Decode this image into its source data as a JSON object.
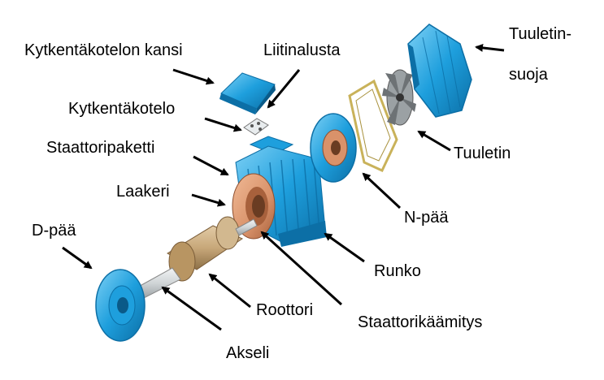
{
  "colors": {
    "motor_blue": "#1e9fdd",
    "motor_blue_dark": "#0c6fa6",
    "motor_blue_light": "#7dd0f5",
    "copper": "#d9926a",
    "copper_dark": "#a8613c",
    "rotor_gold": "#c8a87a",
    "shaft_grey": "#cfd4d6",
    "fan_grey": "#6d7275",
    "gasket_gold": "#c9b25a",
    "arrow": "#000000"
  },
  "labels": {
    "kotelon_kansi": "Kytkentäkotelon kansi",
    "liitinalusta": "Liitinalusta",
    "kytkentakotelo": "Kytkentäkotelo",
    "staattoripaketti": "Staattoripaketti",
    "laakeri": "Laakeri",
    "d_paa": "D-pää",
    "tuuletinsuoja_line1": "Tuuletin-",
    "tuuletinsuoja_line2": "suoja",
    "tuuletin": "Tuuletin",
    "n_paa": "N-pää",
    "runko": "Runko",
    "roottori": "Roottori",
    "staattorikaamitys": "Staattorikäämitys",
    "akseli": "Akseli"
  }
}
